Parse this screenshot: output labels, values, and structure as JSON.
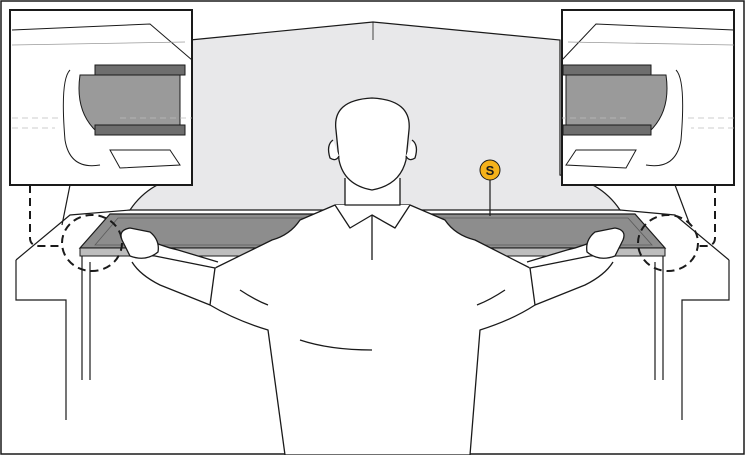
{
  "callout": {
    "label": "S",
    "color": "#f5b21b"
  },
  "colors": {
    "line": "#1a1a1a",
    "cabinet_fill": "#e8e8ea",
    "panel_fill": "#8d8d8d",
    "panel_edge": "#5a5a5a",
    "detail_grey": "#9a9a9a"
  },
  "parts": {
    "left_inset": "detail-view-left",
    "right_inset": "detail-view-right",
    "panel": "glass-shelf-panel",
    "person": "technician-figure"
  }
}
